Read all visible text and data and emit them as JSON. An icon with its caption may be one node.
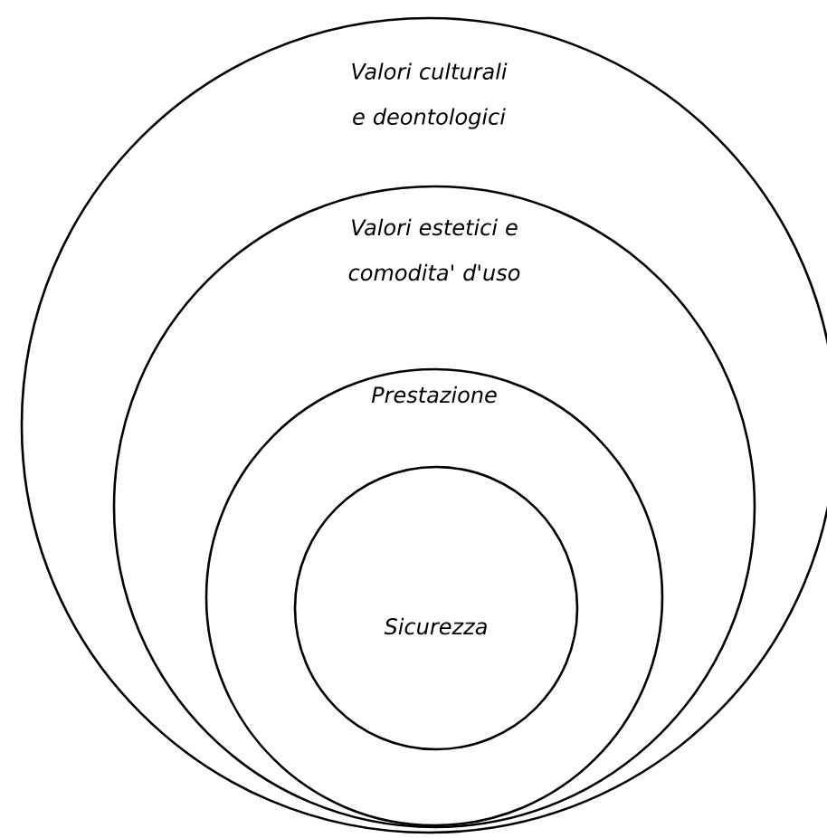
{
  "diagram": {
    "nodes": [
      {
        "text": [
          "Valori culturali e deontologici"
        ]
      },
      {
        "text": [
          "Valori estetici e comodita' d'uso"
        ],
        "in": 0
      },
      {
        "text": [
          "Prestazione"
        ],
        "in": 1
      },
      {
        "text": [
          "Sicurezza"
        ],
        "in": 2
      }
    ]
  }
}
